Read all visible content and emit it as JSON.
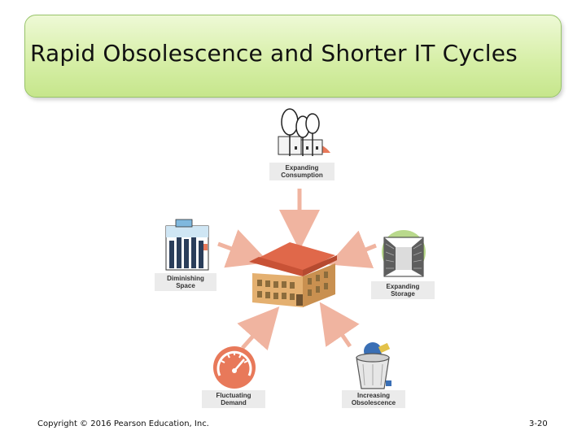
{
  "slide": {
    "title": "Rapid Obsolescence and Shorter IT Cycles",
    "footer_copyright": "Copyright © 2016 Pearson Education, Inc.",
    "page_number": "3-20"
  },
  "diagram": {
    "center": {
      "icon": "data-center-building-icon"
    },
    "nodes": [
      {
        "id": "consumption",
        "line1": "Expanding",
        "line2": "Consumption",
        "icon": "trees-factory-icon"
      },
      {
        "id": "space",
        "line1": "Diminishing",
        "line2": "Space",
        "icon": "crowded-server-room-icon"
      },
      {
        "id": "storage",
        "line1": "Expanding",
        "line2": "Storage",
        "icon": "server-aisle-icon"
      },
      {
        "id": "demand",
        "line1": "Fluctuating",
        "line2": "Demand",
        "icon": "speedometer-icon"
      },
      {
        "id": "obsolescence",
        "line1": "Increasing",
        "line2": "Obsolescence",
        "icon": "trash-can-icon"
      }
    ]
  },
  "colors": {
    "title_bg": "#d7efa8",
    "title_border": "#98c46a",
    "accent_orange": "#e8795a",
    "arrow": "#f0b4a0",
    "label_bg": "#ebebeb"
  }
}
